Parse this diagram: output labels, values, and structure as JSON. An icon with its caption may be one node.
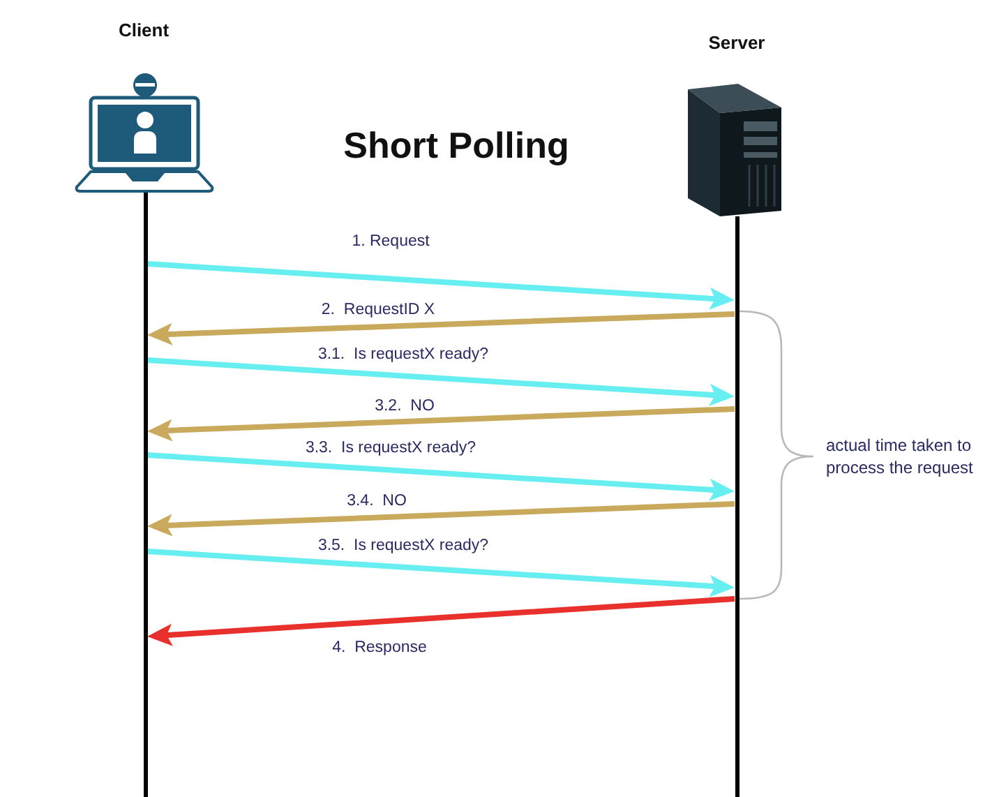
{
  "diagram": {
    "title": "Short Polling",
    "nodes": [
      {
        "text": [],
        "shape": "bar"
      },
      {
        "text": [],
        "shape": "bar"
      }
    ],
    "edges": [
      {
        "from": 0,
        "to": 1,
        "arrow": "to",
        "label": "1. Request"
      },
      {
        "from": 1,
        "to": 0,
        "arrow": "to",
        "label": "2.  RequestID X",
        "color": "#c9a95c"
      },
      {
        "from": 0,
        "to": 1,
        "arrow": "to",
        "label": "3.1.  Is requestX ready?"
      },
      {
        "from": 1,
        "to": 0,
        "arrow": "to",
        "label": "3.2.  NO",
        "color": "#c9a95c"
      },
      {
        "from": 0,
        "to": 1,
        "arrow": "to",
        "label": "3.3.  Is requestX ready?"
      },
      {
        "from": 1,
        "to": 0,
        "arrow": "to",
        "label": "3.4.  NO",
        "color": "#c9a95c"
      },
      {
        "from": 0,
        "to": 1,
        "arrow": "to",
        "label": "3.5.  Is requestX ready?"
      },
      {
        "from": 1,
        "to": 0,
        "arrow": "to",
        "label": "4.  Response",
        "color": "#e8302c"
      }
    ],
    "labels": [
      "Client",
      "Server",
      "actual time taken to process the request"
    ]
  }
}
